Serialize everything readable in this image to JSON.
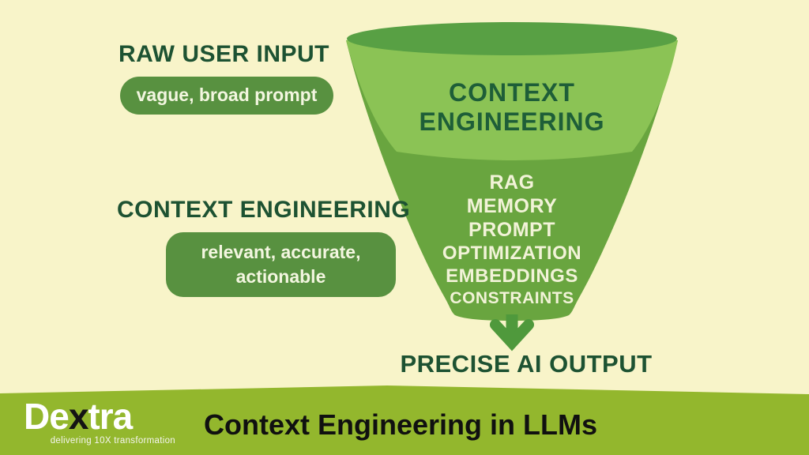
{
  "colors": {
    "background": "#f8f4c9",
    "heading_green": "#1d5232",
    "pill_bg": "#589140",
    "pill_text": "#f3f6e0",
    "funnel_light": "#8bc355",
    "funnel_dark": "#69a53f",
    "funnel_rim": "#58a044",
    "funnel_title_green": "#1e5e38",
    "funnel_item_text": "#f2f3d8",
    "arrow_green": "#4f993c",
    "footer_band": "#93b72d",
    "footer_title_text": "#101010",
    "logo_white": "#ffffff",
    "logo_x_black": "#141414"
  },
  "left_column": {
    "raw_input_heading": "RAW USER INPUT",
    "raw_input_pill": "vague, broad prompt",
    "context_heading": "CONTEXT ENGINEERING",
    "context_box_line1": "relevant, accurate,",
    "context_box_line2": "actionable"
  },
  "funnel": {
    "title_line1": "CONTEXT",
    "title_line2": "ENGINEERING",
    "items": [
      "RAG",
      "MEMORY",
      "PROMPT",
      "OPTIMIZATION",
      "EMBEDDINGS",
      "CONSTRAINTS"
    ],
    "output_label": "PRECISE AI OUTPUT"
  },
  "footer": {
    "title": "Context Engineering in LLMs",
    "logo": {
      "part1": "De",
      "x": "x",
      "part2": "tra",
      "tagline": "delivering 10X transformation"
    }
  }
}
